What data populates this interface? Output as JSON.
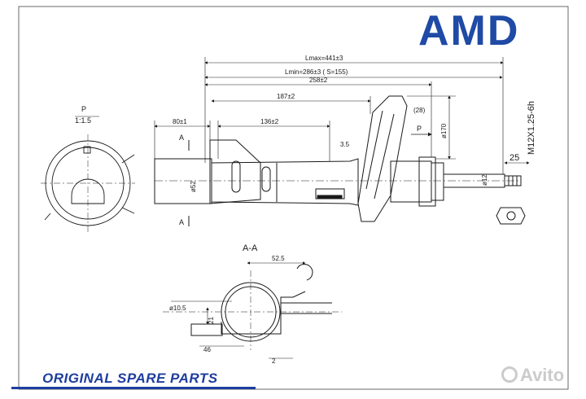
{
  "brand": {
    "logo_text": "AMD",
    "color": "#1f4aa5"
  },
  "footer": {
    "text": "ORIGINAL SPARE PARTS",
    "color": "#1f3d9e"
  },
  "watermark": {
    "text": "Avito"
  },
  "detail_view": {
    "label": "P",
    "scale": "1:1.5"
  },
  "section_label": "A-A",
  "section_markers": {
    "top": "A",
    "bottom": "A",
    "view_arrow": "P"
  },
  "dimensions": {
    "lmax": "Lmax=441±3",
    "lmin": "Lmin=286±3   (   S=155)",
    "d258": "258±2",
    "d187": "187±2",
    "d80": "80±1",
    "d136": "136±2",
    "d28": "(28)",
    "d170": "ø170",
    "thread": "M12X1.25-6h",
    "d25": "25",
    "d12": "ø12",
    "d52": "ø52",
    "d35": "3.5",
    "d525": "52.5",
    "d105": "ø10.5",
    "d21": "21",
    "d46": "46",
    "d2": "2"
  }
}
